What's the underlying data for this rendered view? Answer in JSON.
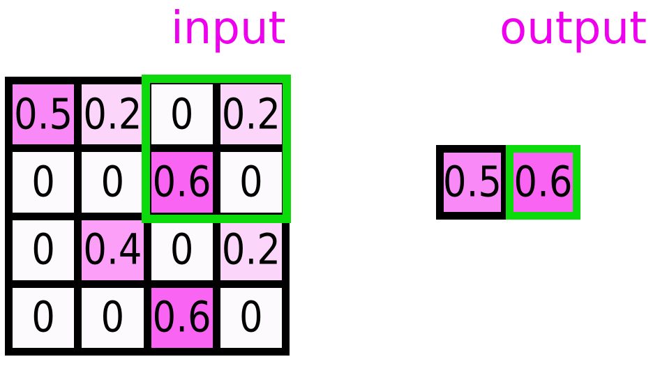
{
  "titles": {
    "input": "input",
    "output": "output"
  },
  "input_grid": {
    "rows": [
      [
        "0.5",
        "0.2",
        "0",
        "0.2"
      ],
      [
        "0",
        "0",
        "0.6",
        "0"
      ],
      [
        "0",
        "0.4",
        "0",
        "0.2"
      ],
      [
        "0",
        "0",
        "0.6",
        "0"
      ]
    ],
    "pooling_window": "rows 1-2, cols 3-4"
  },
  "output": {
    "cells": [
      {
        "label": "0.5",
        "highlighted": false
      },
      {
        "label": "0.6",
        "highlighted": true
      }
    ]
  },
  "colors": {
    "title": "#EE00EE",
    "grid_border": "#000000",
    "highlight_green": "#0BDB0B",
    "value_0": "#FDFAFD",
    "value_02": "#FBD5FA",
    "value_04": "#FB9FF8",
    "value_05": "#F989F6",
    "value_06": "#F964F3"
  }
}
